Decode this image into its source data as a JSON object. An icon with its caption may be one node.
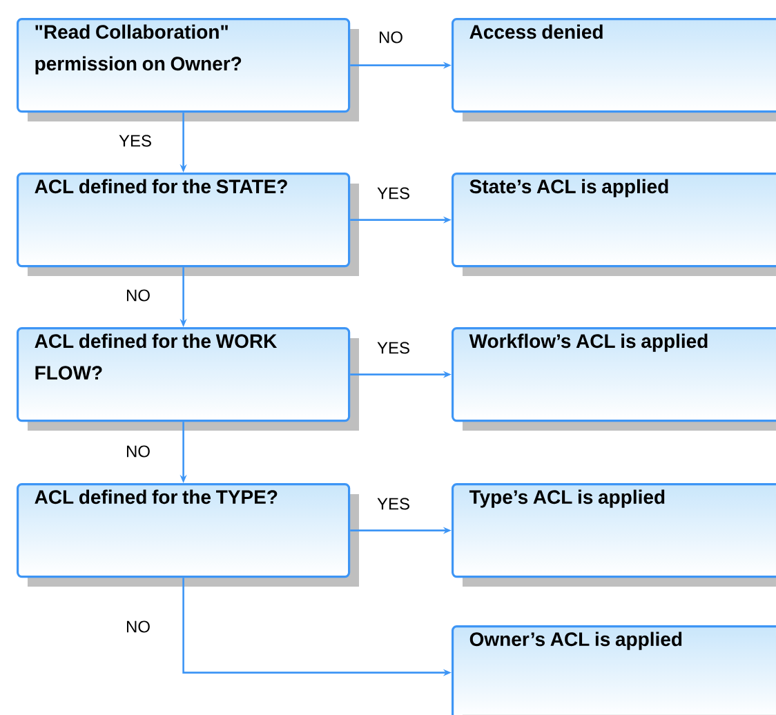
{
  "diagram": {
    "nodes": [
      {
        "text": [
          "\"Read Collaboration\" permission on Owner?"
        ]
      },
      {
        "text": [
          "Access denied"
        ]
      },
      {
        "text": [
          "ACL defined for the STATE?"
        ]
      },
      {
        "text": [
          "State’s ACL is applied"
        ]
      },
      {
        "text": [
          "ACL defined for the WORK FLOW?"
        ]
      },
      {
        "text": [
          "Workflow’s ACL is applied"
        ]
      },
      {
        "text": [
          "ACL defined for the TYPE?"
        ]
      },
      {
        "text": [
          "Type’s ACL is applied"
        ]
      },
      {
        "text": [
          "Owner’s ACL is applied"
        ]
      }
    ],
    "edges": [
      {
        "from": 0,
        "to": 1,
        "arrow": "to",
        "label": "NO"
      },
      {
        "from": 0,
        "to": 2,
        "arrow": "to",
        "label": "YES"
      },
      {
        "from": 2,
        "to": 3,
        "arrow": "to",
        "label": "YES"
      },
      {
        "from": 2,
        "to": 4,
        "arrow": "to",
        "label": "NO"
      },
      {
        "from": 4,
        "to": 5,
        "arrow": "to",
        "label": "YES"
      },
      {
        "from": 4,
        "to": 6,
        "arrow": "to",
        "label": "NO"
      },
      {
        "from": 6,
        "to": 7,
        "arrow": "to",
        "label": "YES"
      },
      {
        "from": 6,
        "to": 8,
        "arrow": "to",
        "label": "NO"
      }
    ]
  }
}
